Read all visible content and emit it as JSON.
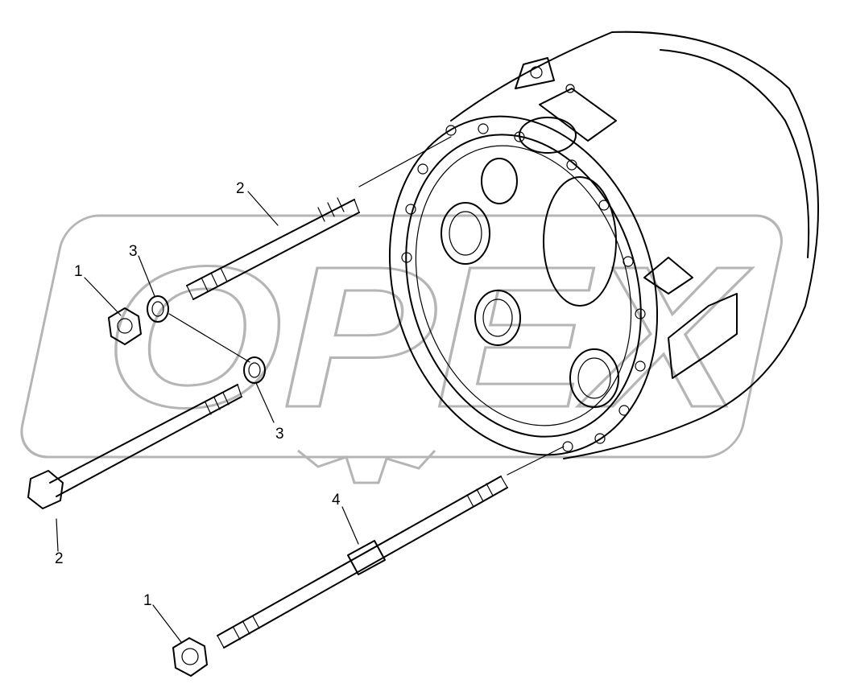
{
  "watermark": {
    "text": "OPEX",
    "color": "#b5b5b5"
  },
  "callouts": {
    "nut_upper": "1",
    "stud_upper": "2",
    "spacer_upper": "3",
    "spacer_lower": "3",
    "bolt_hex": "2",
    "stud_long": "4",
    "nut_lower": "1"
  },
  "colors": {
    "line": "#000000",
    "background": "#ffffff"
  }
}
